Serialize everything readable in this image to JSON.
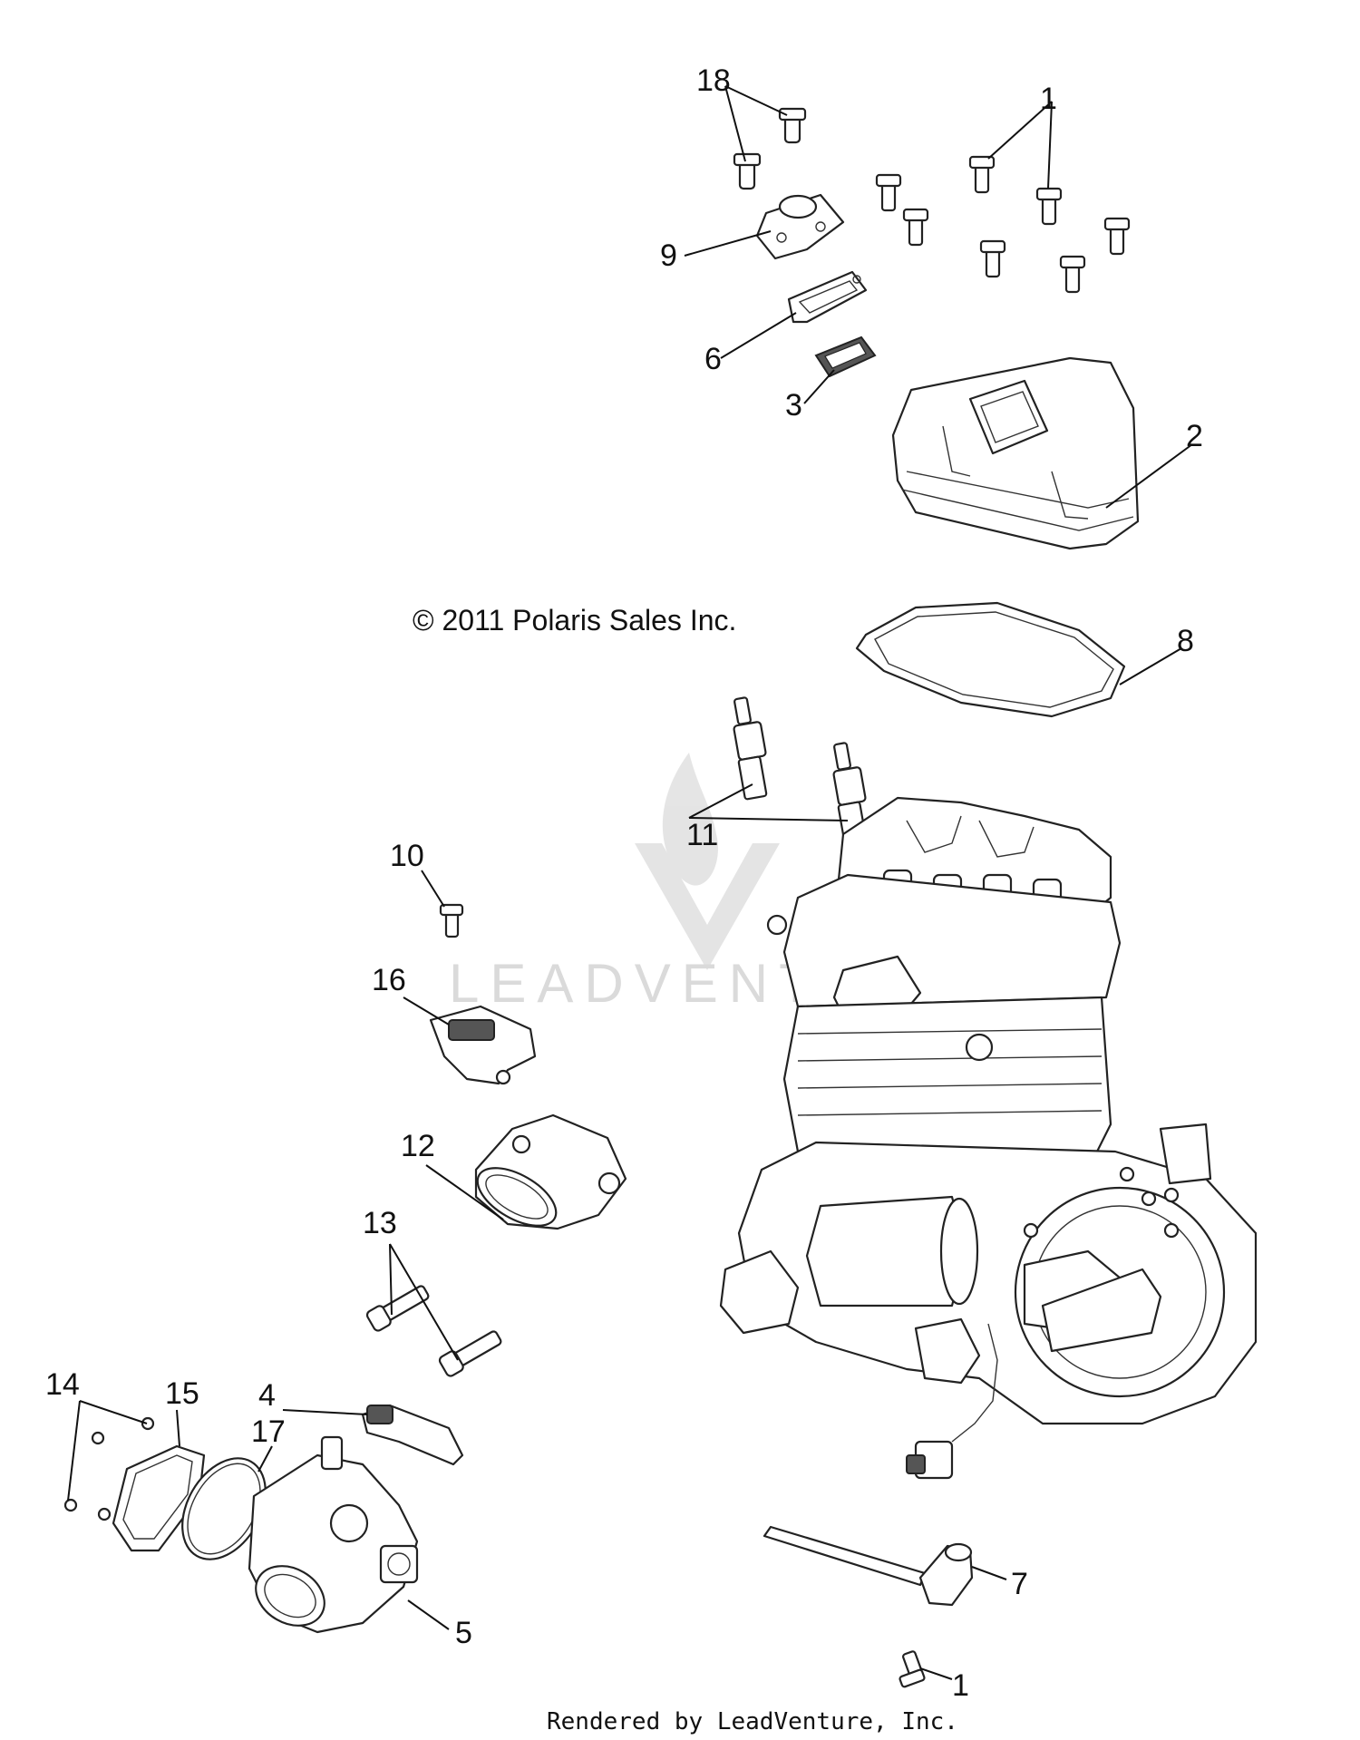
{
  "copyright": "© 2011 Polaris Sales Inc.",
  "rendered_by": "Rendered by LeadVenture, Inc.",
  "watermark": "LEADVENTURE",
  "callouts": [
    "1",
    "2",
    "3",
    "4",
    "5",
    "6",
    "7",
    "8",
    "9",
    "10",
    "11",
    "12",
    "13",
    "14",
    "15",
    "16",
    "17",
    "18"
  ]
}
